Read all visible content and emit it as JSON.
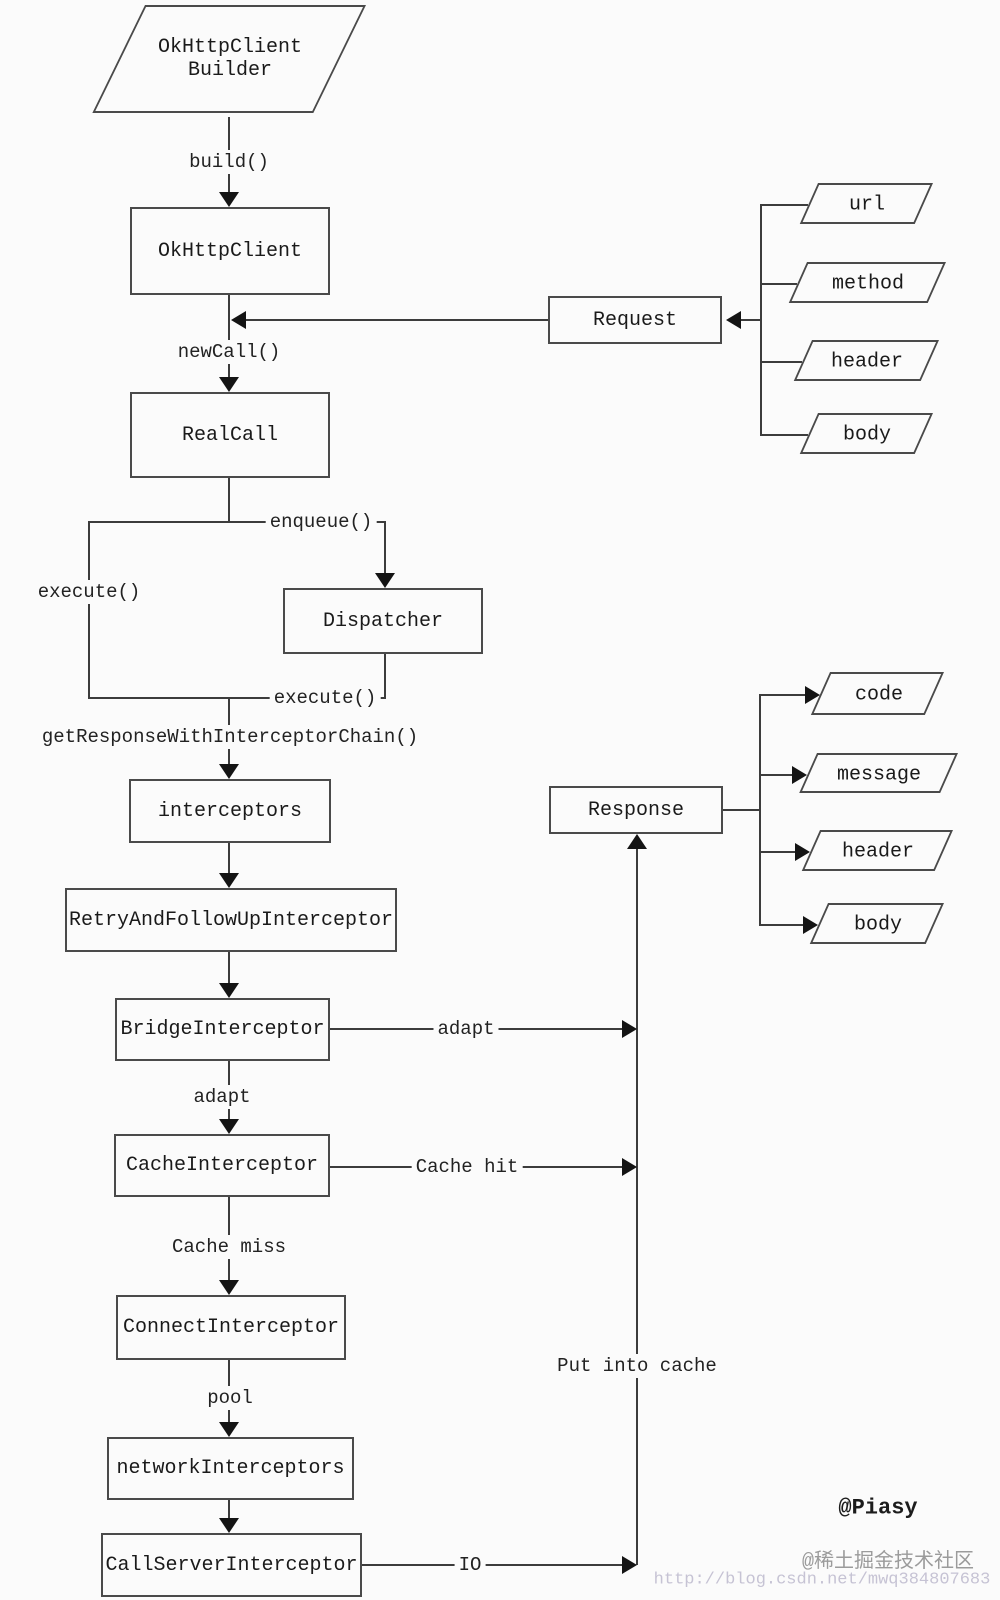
{
  "nodes": {
    "builder_line1": "OkHttpClient",
    "builder_line2": "Builder",
    "okhttp_client": "OkHttpClient",
    "real_call": "RealCall",
    "dispatcher": "Dispatcher",
    "interceptors": "interceptors",
    "retry_interceptor": "RetryAndFollowUpInterceptor",
    "bridge_interceptor": "BridgeInterceptor",
    "cache_interceptor": "CacheInterceptor",
    "connect_interceptor": "ConnectInterceptor",
    "network_interceptors": "networkInterceptors",
    "call_server_interceptor": "CallServerInterceptor",
    "request": "Request",
    "response": "Response"
  },
  "request_fields": [
    "url",
    "method",
    "header",
    "body"
  ],
  "response_fields": [
    "code",
    "message",
    "header",
    "body"
  ],
  "edges": {
    "build": "build()",
    "new_call": "newCall()",
    "enqueue": "enqueue()",
    "execute_left": "execute()",
    "execute_return": "execute()",
    "interceptor_chain": "getResponseWithInterceptorChain()",
    "adapt_to_response": "adapt",
    "adapt_down": "adapt",
    "cache_hit": "Cache hit",
    "cache_miss": "Cache miss",
    "pool": "pool",
    "io": "IO",
    "put_into_cache": "Put into cache"
  },
  "watermarks": {
    "author": "@Piasy",
    "community": "@稀土掘金技术社区",
    "source_url": "http://blog.csdn.net/mwq384807683"
  },
  "colors": {
    "line": "#3c3c3c",
    "box_border": "#4a4a4a",
    "text": "#1a1a1a",
    "watermark_gray": "#9b9b9b",
    "watermark_lavender": "#c6c3d4",
    "background": "#fbfbfb"
  }
}
